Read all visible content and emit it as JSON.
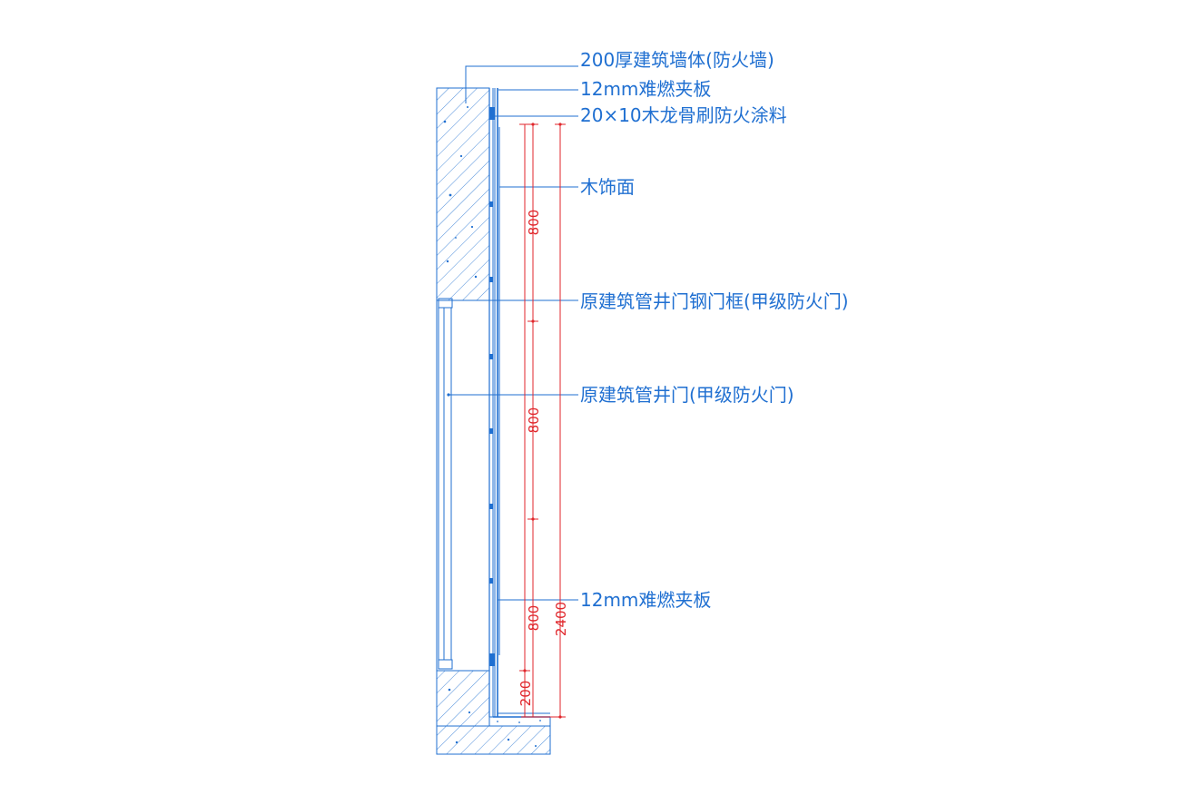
{
  "callouts": {
    "wall": "200厚建筑墙体(防火墙)",
    "board_top": "12mm难燃夹板",
    "keel": "20×10木龙骨刷防火涂料",
    "veneer": "木饰面",
    "door_frame": "原建筑管井门钢门框(甲级防火门)",
    "door": "原建筑管井门(甲级防火门)",
    "board_bottom": "12mm难燃夹板"
  },
  "dimensions": {
    "segment_upper": "800",
    "segment_middle": "800",
    "segment_lower": "800",
    "base": "200",
    "overall": "2400"
  },
  "colors": {
    "linework": "#1f6fd1",
    "dimension": "#e0262b",
    "background": "#ffffff"
  }
}
